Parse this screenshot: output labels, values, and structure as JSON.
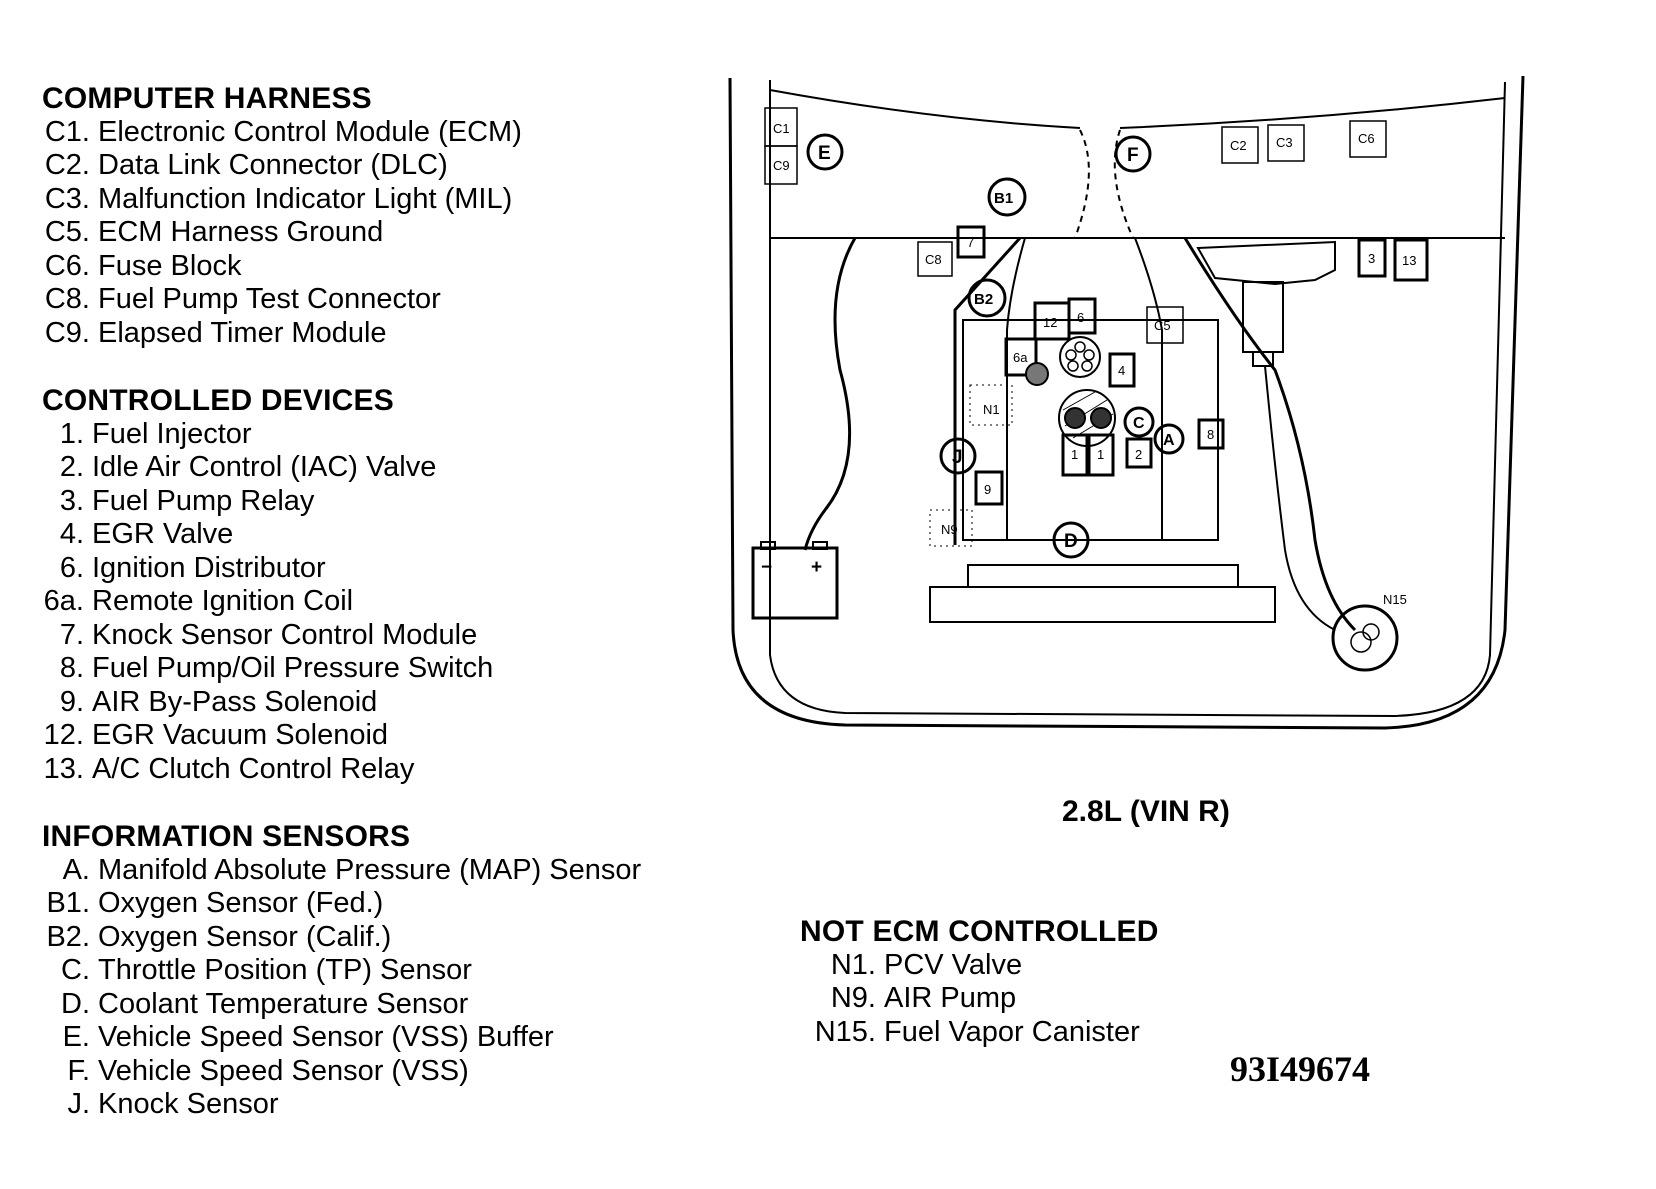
{
  "computer_harness": {
    "title": "COMPUTER HARNESS",
    "items": [
      {
        "code": "C1.",
        "label": "Electronic Control Module (ECM)"
      },
      {
        "code": "C2.",
        "label": "Data Link Connector (DLC)"
      },
      {
        "code": "C3.",
        "label": "Malfunction Indicator Light (MIL)"
      },
      {
        "code": "C5.",
        "label": "ECM Harness Ground"
      },
      {
        "code": "C6.",
        "label": "Fuse Block"
      },
      {
        "code": "C8.",
        "label": "Fuel Pump Test Connector"
      },
      {
        "code": "C9.",
        "label": "Elapsed Timer Module"
      }
    ]
  },
  "controlled_devices": {
    "title": "CONTROLLED DEVICES",
    "items": [
      {
        "code": "1.",
        "label": "Fuel Injector"
      },
      {
        "code": "2.",
        "label": "Idle Air Control (IAC) Valve"
      },
      {
        "code": "3.",
        "label": "Fuel Pump Relay"
      },
      {
        "code": "4.",
        "label": "EGR Valve"
      },
      {
        "code": "6.",
        "label": "Ignition Distributor"
      },
      {
        "code": "6a.",
        "label": "Remote Ignition Coil"
      },
      {
        "code": "7.",
        "label": "Knock Sensor Control Module"
      },
      {
        "code": "8.",
        "label": "Fuel Pump/Oil Pressure Switch"
      },
      {
        "code": "9.",
        "label": "AIR By-Pass Solenoid"
      },
      {
        "code": "12.",
        "label": "EGR Vacuum Solenoid"
      },
      {
        "code": "13.",
        "label": "A/C Clutch Control Relay"
      }
    ]
  },
  "information_sensors": {
    "title": "INFORMATION SENSORS",
    "items": [
      {
        "code": "A.",
        "label": "Manifold Absolute Pressure (MAP) Sensor"
      },
      {
        "code": "B1.",
        "label": "Oxygen Sensor (Fed.)"
      },
      {
        "code": "B2.",
        "label": "Oxygen Sensor (Calif.)"
      },
      {
        "code": "C.",
        "label": "Throttle Position (TP) Sensor"
      },
      {
        "code": "D.",
        "label": "Coolant Temperature Sensor"
      },
      {
        "code": "E.",
        "label": "Vehicle Speed Sensor (VSS) Buffer"
      },
      {
        "code": "F.",
        "label": "Vehicle Speed Sensor (VSS)"
      },
      {
        "code": "J.",
        "label": "Knock Sensor"
      }
    ]
  },
  "not_ecm_controlled": {
    "title": "NOT ECM CONTROLLED",
    "items": [
      {
        "code": "N1.",
        "label": "PCV Valve"
      },
      {
        "code": "N9.",
        "label": "AIR Pump"
      },
      {
        "code": "N15.",
        "label": "Fuel Vapor Canister"
      }
    ]
  },
  "engine_caption": "2.8L (VIN R)",
  "figure_id": "93I49674",
  "diagram_labels": {
    "c1": "C1",
    "c9": "C9",
    "c2": "C2",
    "c3": "C3",
    "c6": "C6",
    "c8": "C8",
    "c5": "C5",
    "e": "E",
    "f": "F",
    "b1": "B1",
    "b2": "B2",
    "a": "A",
    "c": "C",
    "d": "D",
    "j": "J",
    "n1": "N1",
    "n9": "N9",
    "n15": "N15",
    "d7": "7",
    "d3": "3",
    "d13": "13",
    "d12": "12",
    "d6": "6",
    "d6a": "6a",
    "d4": "4",
    "d8": "8",
    "d1a": "1",
    "d1b": "1",
    "d2": "2",
    "d9": "9",
    "minus": "−",
    "plus": "+"
  }
}
